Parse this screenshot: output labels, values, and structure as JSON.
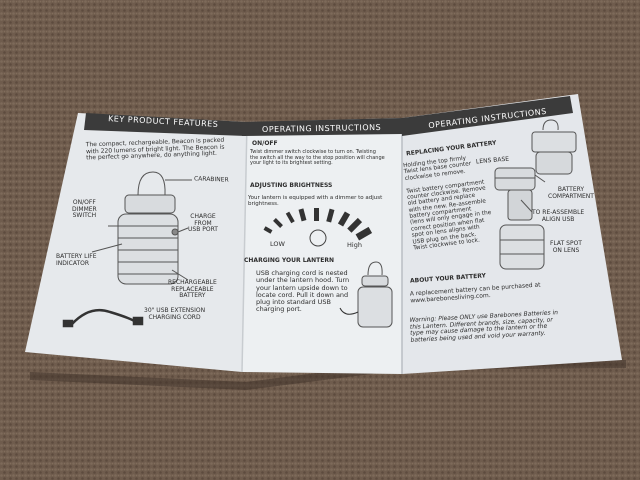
{
  "panel1": {
    "header": "KEY PRODUCT FEATURES",
    "intro": [
      "The compact, rechargeable, Beacon is packed",
      "with 220 lumens of bright light. The Beacon is",
      "the perfect go anywhere, do anything light."
    ],
    "labels": {
      "carabiner": "CARABINER",
      "switch": [
        "ON/OFF",
        "DIMMER",
        "SWITCH"
      ],
      "charge": [
        "CHARGE",
        "FROM",
        "USB PORT"
      ],
      "battery_life": [
        "BATTERY LIFE",
        "INDICATOR"
      ],
      "rechargeable": [
        "RECHARGEABLE",
        "REPLACEABLE",
        "BATTERY"
      ],
      "cord": [
        "30\" USB EXTENSION",
        "CHARGING CORD"
      ]
    }
  },
  "panel2": {
    "header": "OPERATING INSTRUCTIONS",
    "onoff_title": "ON/OFF",
    "onoff_body": [
      "Twist dimmer switch clockwise to turn on. Twisting",
      "the switch all the way to the stop position will change",
      "your light to its brightest setting."
    ],
    "adjust_title": "ADJUSTING BRIGHTNESS",
    "adjust_body": [
      "Your lantern is equipped with a dimmer to adjust",
      "brightness."
    ],
    "low": "LOW",
    "high": "High",
    "charging_title": "CHARGING YOUR LANTERN",
    "charging_body": [
      "USB charging cord is nested",
      "under the lantern hood. Turn",
      "your lantern upside down to",
      "locate cord. Pull it down and",
      "plug into standard USB",
      "charging port."
    ]
  },
  "panel3": {
    "header": "OPERATING INSTRUCTIONS",
    "replacing_title": "REPLACING YOUR BATTERY",
    "replacing_body": [
      "Holding the top firmly",
      "Twist lens base counter",
      "clockwise to remove.",
      "",
      "Twist battery compartment",
      "counter clockwise. Remove",
      "old battery and replace",
      "with the new. Re-assemble",
      "battery compartment",
      "(lens will only engage in the",
      "correct position when flat",
      "spot on lens aligns with",
      "USB plug on the back.",
      "Twist clockwise to lock."
    ],
    "lens_base": "LENS BASE",
    "battery_compartment": [
      "BATTERY",
      "COMPARTMENT"
    ],
    "reassemble": [
      "TO RE-ASSEMBLE",
      "ALIGN USB"
    ],
    "flat_spot": [
      "FLAT SPOT",
      "ON LENS"
    ],
    "about_title": "ABOUT YOUR BATTERY",
    "about_body": [
      "A replacement battery can be purchased at",
      "www.barebonesliving.com."
    ],
    "warning": [
      "Warning: Please ONLY use Barebones Batteries in",
      "this Lantern. Different brands, size, capacity, or",
      "type may cause damage to the lantern or the",
      "batteries being used and void your warranty."
    ]
  },
  "colors": {
    "carpet": "#6e5b4c",
    "paper": "#e9ecef",
    "header_band": "#3b3b3b",
    "ink": "#2d2d2d"
  }
}
